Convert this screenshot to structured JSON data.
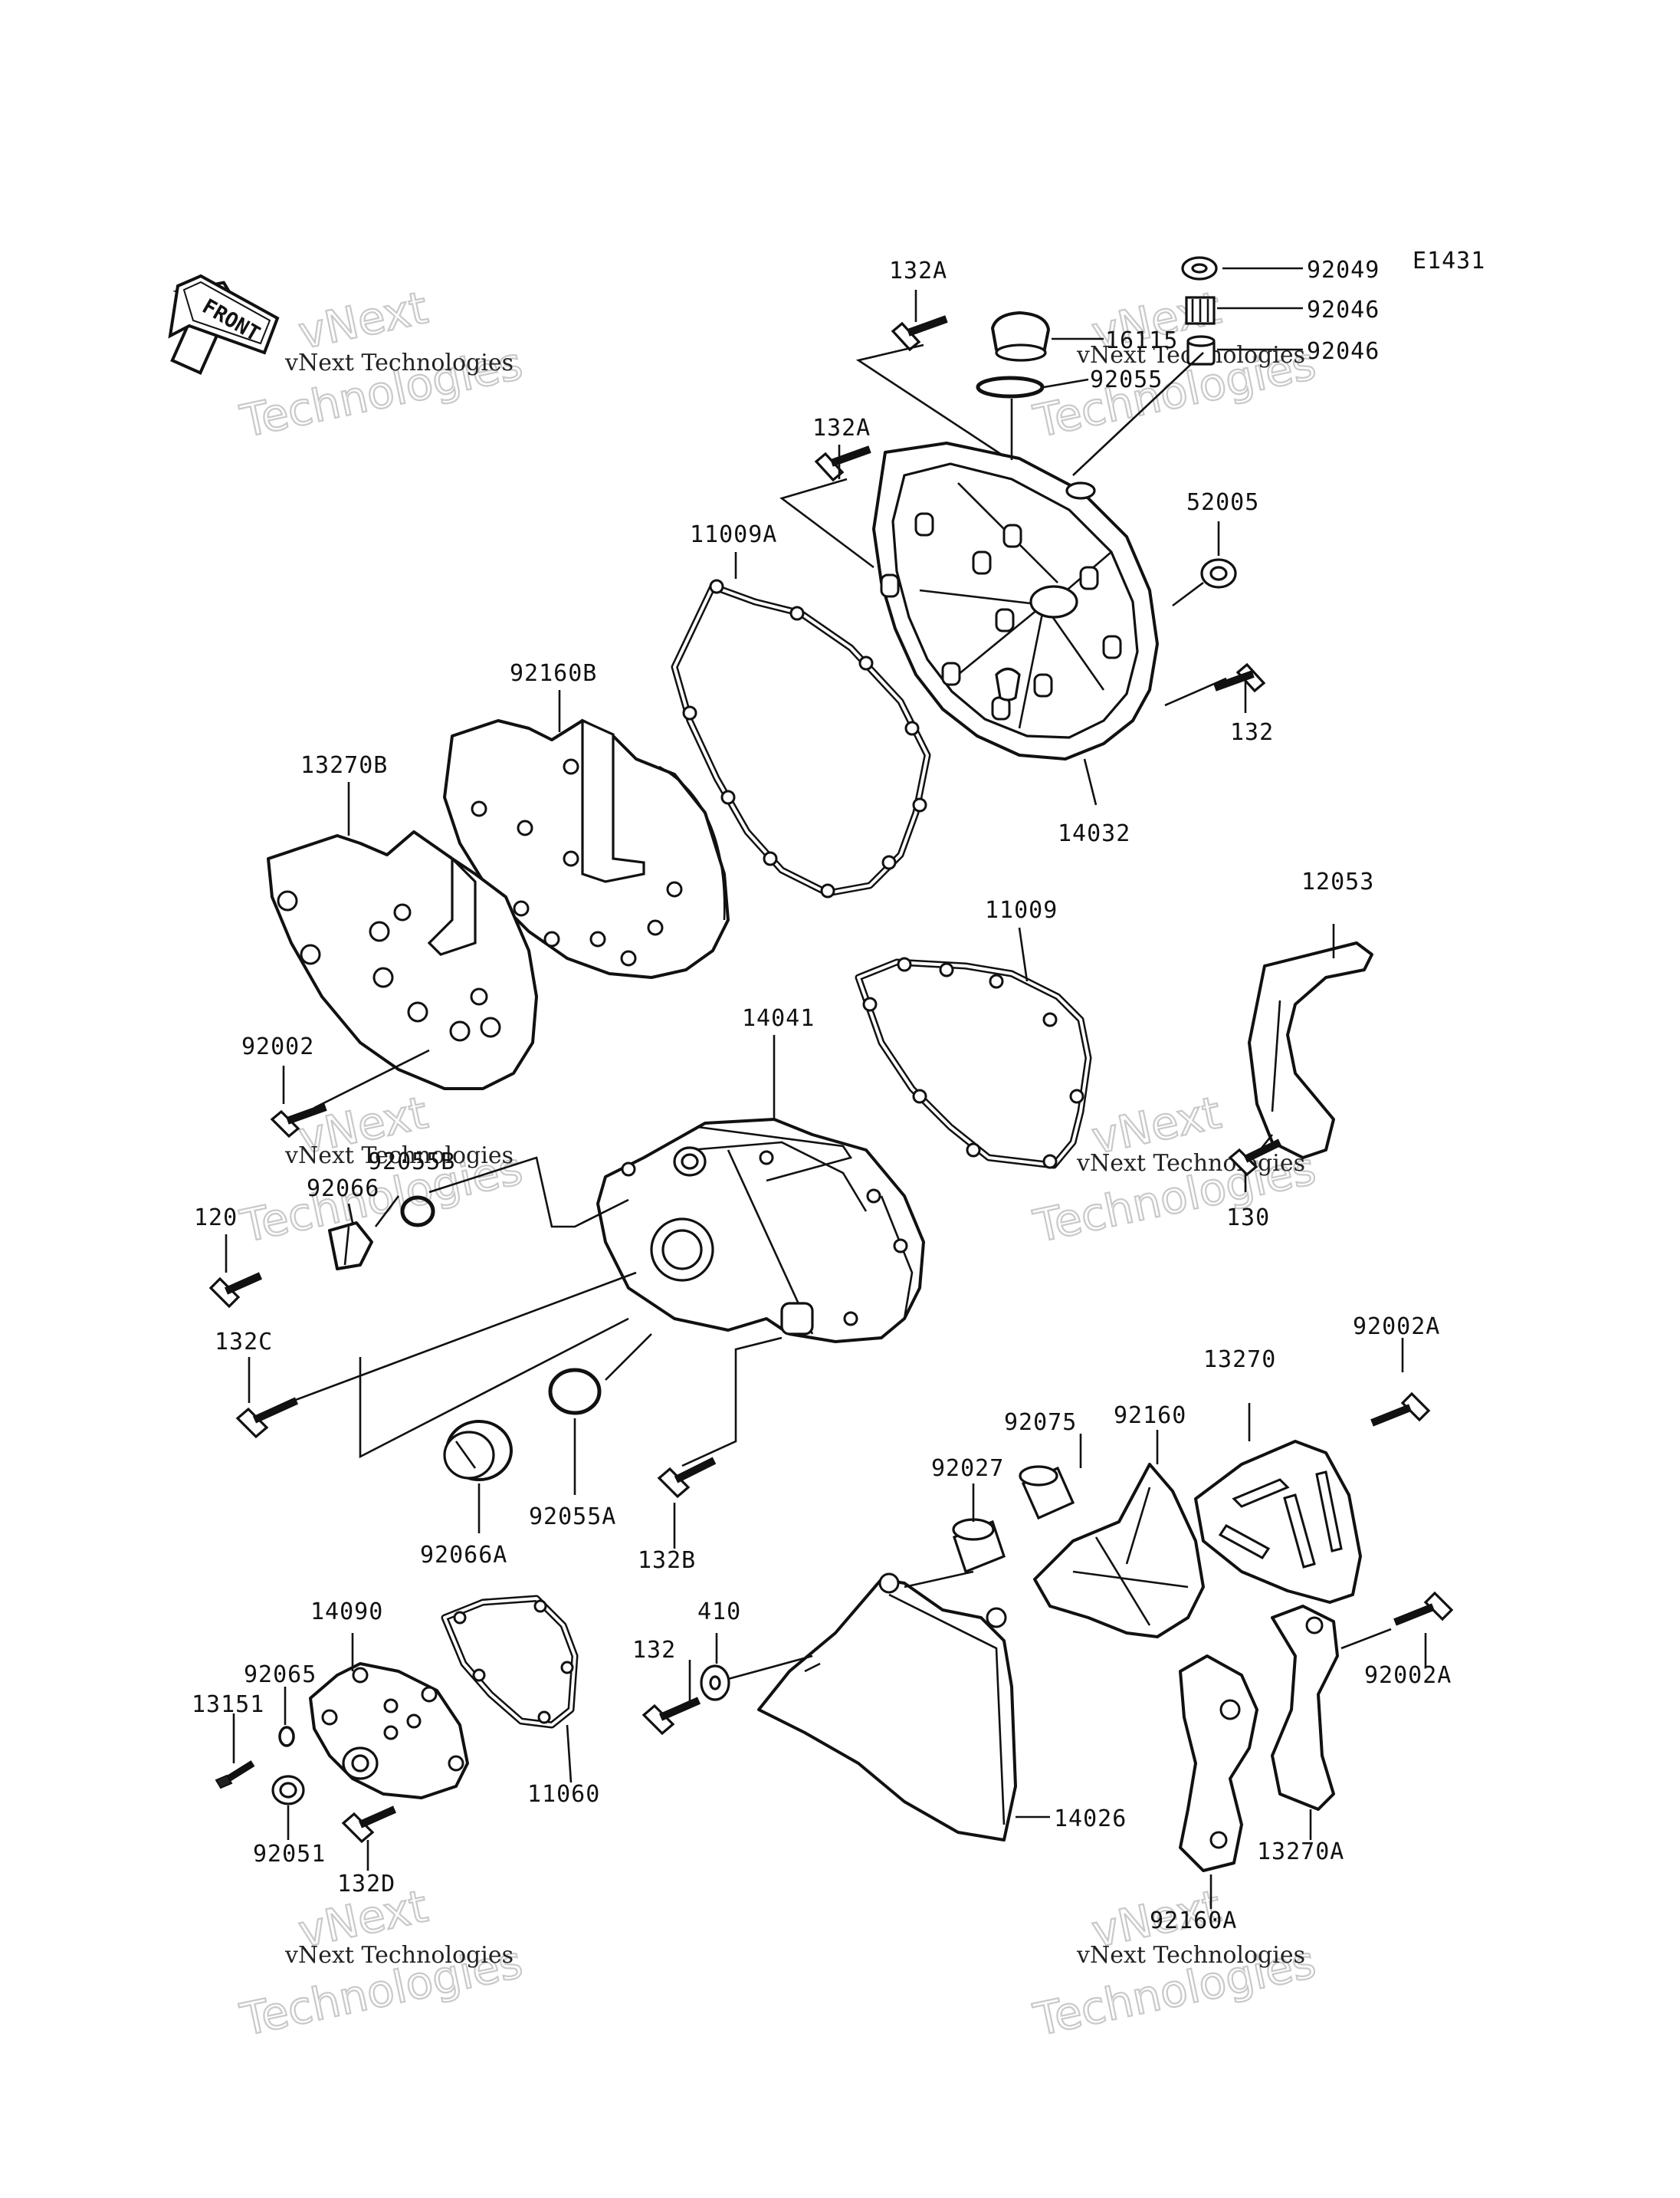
{
  "diagram": {
    "code": "E1431",
    "front_label": "FRONT",
    "watermark": {
      "line1": "vNext Technologies",
      "line2": "Technologies"
    },
    "callouts": {
      "c92049": "92049",
      "c92046a": "92046",
      "c92046b": "92046",
      "c16115": "16115",
      "c92055": "92055",
      "c132A_top": "132A",
      "c132A_mid": "132A",
      "c52005": "52005",
      "c11009A": "11009A",
      "c92160B": "92160B",
      "c13270B": "13270B",
      "c132": "132",
      "c14032": "14032",
      "c11009": "11009",
      "c12053": "12053",
      "c14041": "14041",
      "c92002": "92002",
      "c92055B": "92055B",
      "c92066": "92066",
      "c120": "120",
      "c130": "130",
      "c132C": "132C",
      "c92002A_top": "92002A",
      "c13270": "13270",
      "c92075": "92075",
      "c92160": "92160",
      "c92027": "92027",
      "c92055A": "92055A",
      "c92066A": "92066A",
      "c132B": "132B",
      "c14090": "14090",
      "c410": "410",
      "c132_low": "132",
      "c92065": "92065",
      "c13151": "13151",
      "c11060": "11060",
      "c14026": "14026",
      "c92002A_low": "92002A",
      "c13270A": "13270A",
      "c92051": "92051",
      "c132D": "132D",
      "c92160A": "92160A"
    }
  }
}
